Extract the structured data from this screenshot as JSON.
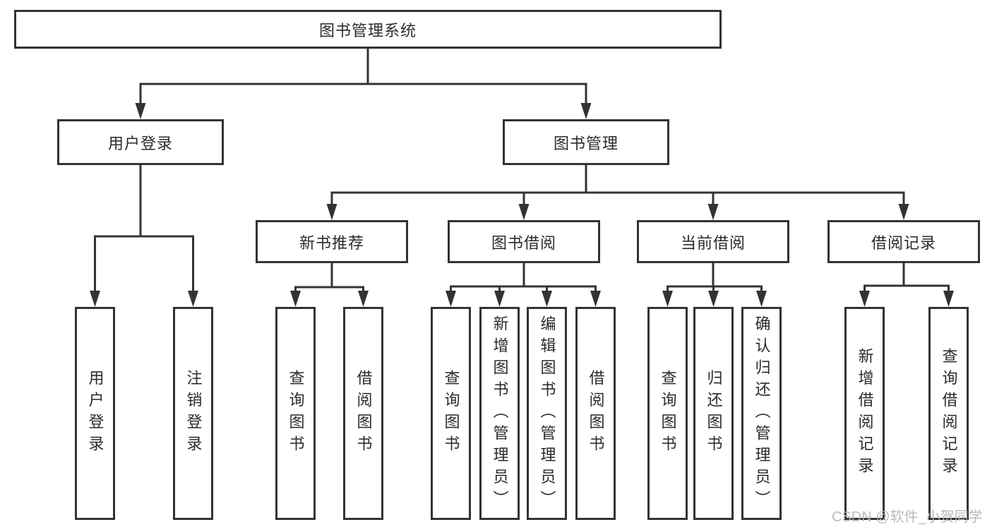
{
  "colors": {
    "line": "#333333",
    "text": "#2b2b2b",
    "watermark": "#b3b3b3",
    "background": "#ffffff"
  },
  "watermark": "CSDN @软件_小贺同学",
  "diagram": {
    "type": "tree",
    "root": {
      "label": "图书管理系统",
      "children": [
        {
          "label": "用户登录",
          "children": [
            {
              "label": "用户登录"
            },
            {
              "label": "注销登录"
            }
          ]
        },
        {
          "label": "图书管理",
          "children": [
            {
              "label": "新书推荐",
              "children": [
                {
                  "label": "查询图书"
                },
                {
                  "label": "借阅图书"
                }
              ]
            },
            {
              "label": "图书借阅",
              "children": [
                {
                  "label": "查询图书"
                },
                {
                  "label": "新增图书（管理员）"
                },
                {
                  "label": "编辑图书（管理员）"
                },
                {
                  "label": "借阅图书"
                }
              ]
            },
            {
              "label": "当前借阅",
              "children": [
                {
                  "label": "查询图书"
                },
                {
                  "label": "归还图书"
                },
                {
                  "label": "确认归还（管理员）"
                }
              ]
            },
            {
              "label": "借阅记录",
              "children": [
                {
                  "label": "新增借阅记录"
                },
                {
                  "label": "查询借阅记录"
                }
              ]
            }
          ]
        }
      ]
    }
  }
}
